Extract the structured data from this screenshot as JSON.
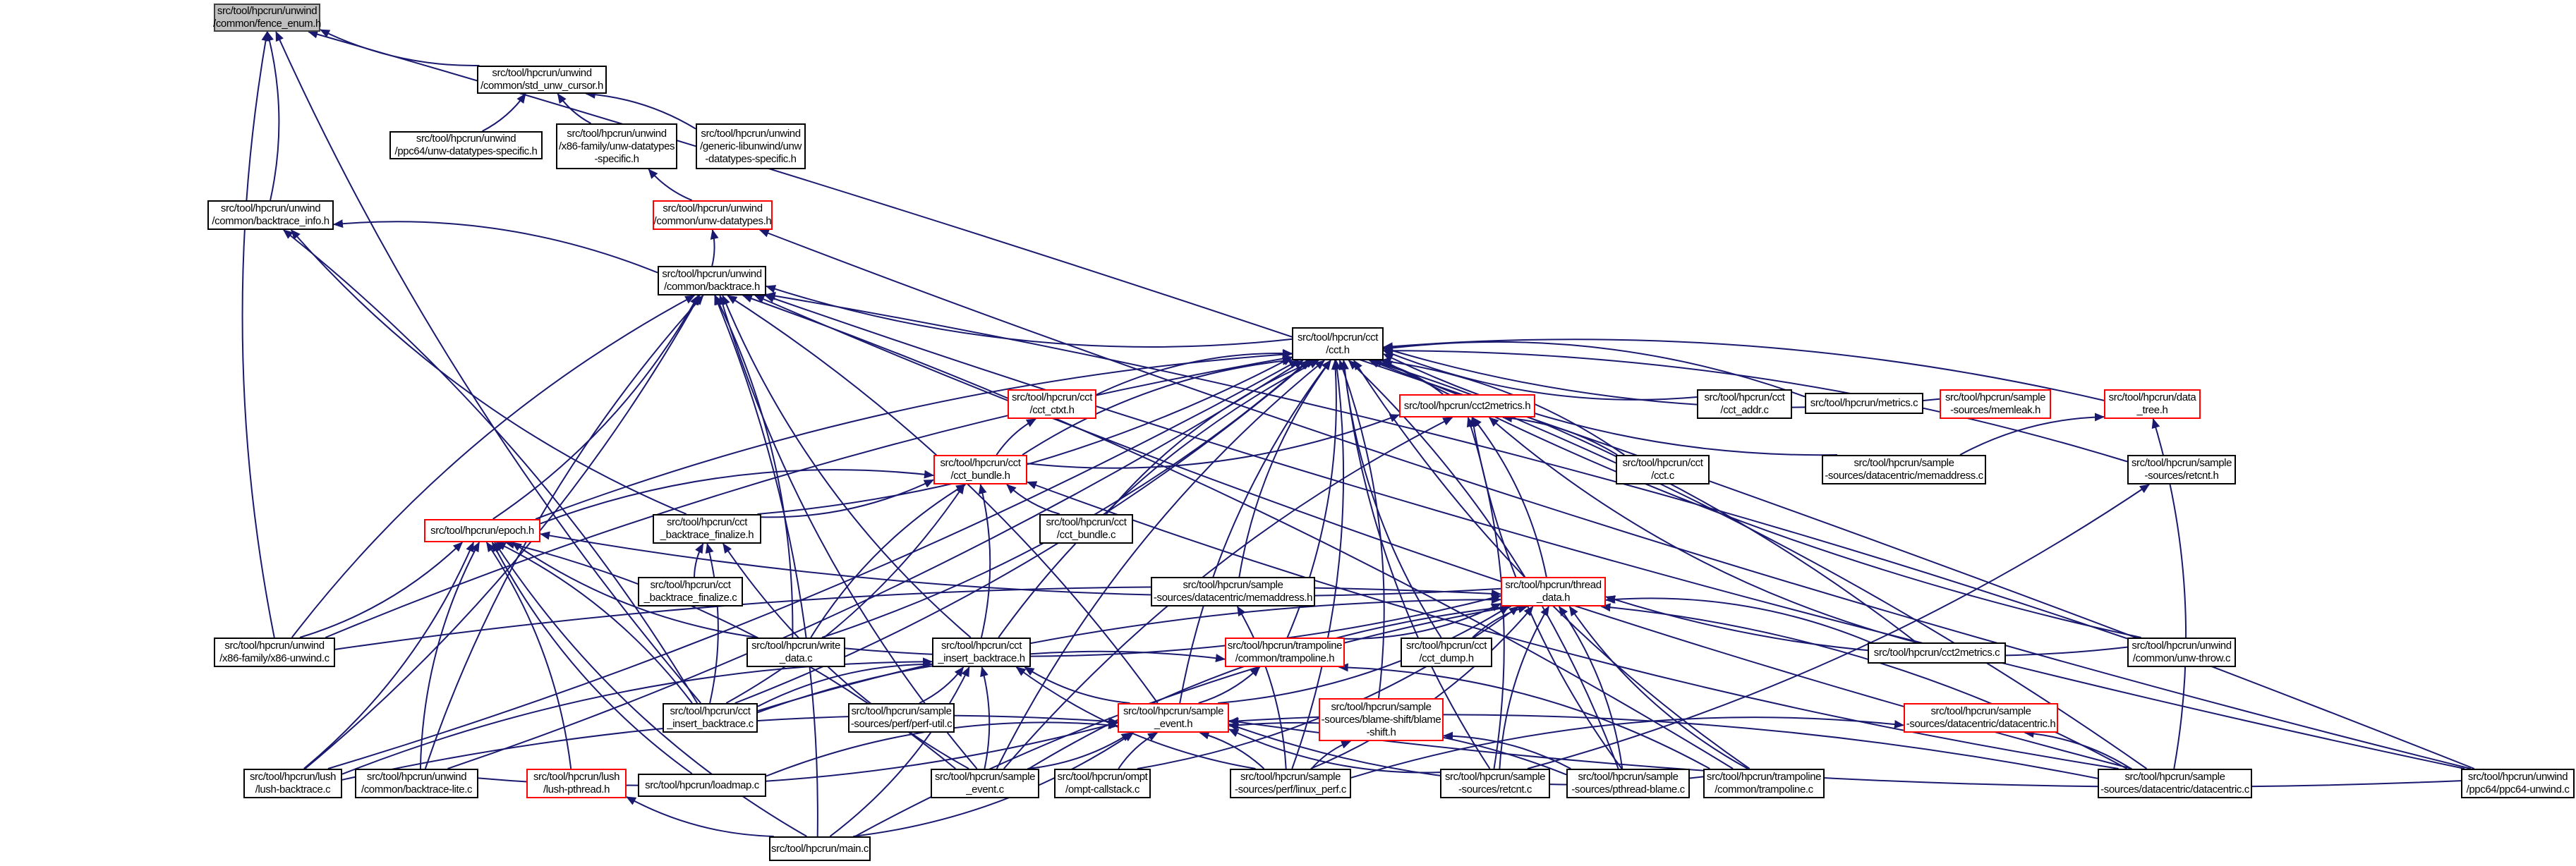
{
  "diagram": {
    "type": "include-dependency-graph",
    "root": "fence_enum_h",
    "colors": {
      "edge": "#191970",
      "root_fill": "#bfbfbf",
      "node_border": "#000000",
      "truncated_border": "#ff0000",
      "background": "#ffffff"
    },
    "nodes": [
      {
        "id": "fence_enum_h",
        "lines": [
          "src/tool/hpcrun/unwind",
          "/common/fence_enum.h"
        ],
        "root": true
      },
      {
        "id": "std_unw_cursor_h",
        "lines": [
          "src/tool/hpcrun/unwind",
          "/common/std_unw_cursor.h"
        ]
      },
      {
        "id": "ppc64_uds_h",
        "lines": [
          "src/tool/hpcrun/unwind",
          "/ppc64/unw-datatypes-specific.h"
        ]
      },
      {
        "id": "x86_uds_h",
        "lines": [
          "src/tool/hpcrun/unwind",
          "/x86-family/unw-datatypes",
          "-specific.h"
        ]
      },
      {
        "id": "generic_uds_h",
        "lines": [
          "src/tool/hpcrun/unwind",
          "/generic-libunwind/unw",
          "-datatypes-specific.h"
        ]
      },
      {
        "id": "unw_datatypes_h",
        "lines": [
          "src/tool/hpcrun/unwind",
          "/common/unw-datatypes.h"
        ],
        "truncated": true
      },
      {
        "id": "backtrace_info_h",
        "lines": [
          "src/tool/hpcrun/unwind",
          "/common/backtrace_info.h"
        ]
      },
      {
        "id": "backtrace_h",
        "lines": [
          "src/tool/hpcrun/unwind",
          "/common/backtrace.h"
        ]
      },
      {
        "id": "cct_h",
        "lines": [
          "src/tool/hpcrun/cct",
          "/cct.h"
        ]
      },
      {
        "id": "cct_ctxt_h",
        "lines": [
          "src/tool/hpcrun/cct",
          "/cct_ctxt.h"
        ],
        "truncated": true
      },
      {
        "id": "cct2metrics_h",
        "lines": [
          "src/tool/hpcrun/cct2metrics.h"
        ],
        "truncated": true
      },
      {
        "id": "cct_addr_c",
        "lines": [
          "src/tool/hpcrun/cct",
          "/cct_addr.c"
        ]
      },
      {
        "id": "metrics_c",
        "lines": [
          "src/tool/hpcrun/metrics.c"
        ]
      },
      {
        "id": "memleak_h",
        "lines": [
          "src/tool/hpcrun/sample",
          "-sources/memleak.h"
        ],
        "truncated": true
      },
      {
        "id": "data_tree_h",
        "lines": [
          "src/tool/hpcrun/data",
          "_tree.h"
        ],
        "truncated": true
      },
      {
        "id": "cct_bundle_h",
        "lines": [
          "src/tool/hpcrun/cct",
          "/cct_bundle.h"
        ],
        "truncated": true
      },
      {
        "id": "cct_c",
        "lines": [
          "src/tool/hpcrun/cct",
          "/cct.c"
        ]
      },
      {
        "id": "memaddress_c",
        "lines": [
          "src/tool/hpcrun/sample",
          "-sources/datacentric/memaddress.c"
        ]
      },
      {
        "id": "retcnt_h",
        "lines": [
          "src/tool/hpcrun/sample",
          "-sources/retcnt.h"
        ]
      },
      {
        "id": "epoch_h",
        "lines": [
          "src/tool/hpcrun/epoch.h"
        ],
        "truncated": true
      },
      {
        "id": "cct_bt_finalize_h",
        "lines": [
          "src/tool/hpcrun/cct",
          "_backtrace_finalize.h"
        ]
      },
      {
        "id": "cct_bundle_c",
        "lines": [
          "src/tool/hpcrun/cct",
          "/cct_bundle.c"
        ]
      },
      {
        "id": "cct_bt_finalize_c",
        "lines": [
          "src/tool/hpcrun/cct",
          "_backtrace_finalize.c"
        ]
      },
      {
        "id": "memaddress_h",
        "lines": [
          "src/tool/hpcrun/sample",
          "-sources/datacentric/memaddress.h"
        ]
      },
      {
        "id": "thread_data_h",
        "lines": [
          "src/tool/hpcrun/thread",
          "_data.h"
        ],
        "truncated": true
      },
      {
        "id": "x86_unwind_c",
        "lines": [
          "src/tool/hpcrun/unwind",
          "/x86-family/x86-unwind.c"
        ]
      },
      {
        "id": "write_data_c",
        "lines": [
          "src/tool/hpcrun/write",
          "_data.c"
        ]
      },
      {
        "id": "cct_insert_bt_h",
        "lines": [
          "src/tool/hpcrun/cct",
          "_insert_backtrace.h"
        ]
      },
      {
        "id": "trampoline_h",
        "lines": [
          "src/tool/hpcrun/trampoline",
          "/common/trampoline.h"
        ],
        "truncated": true
      },
      {
        "id": "cct_dump_h",
        "lines": [
          "src/tool/hpcrun/cct",
          "/cct_dump.h"
        ]
      },
      {
        "id": "cct2metrics_c",
        "lines": [
          "src/tool/hpcrun/cct2metrics.c"
        ]
      },
      {
        "id": "unw_throw_c",
        "lines": [
          "src/tool/hpcrun/unwind",
          "/common/unw-throw.c"
        ]
      },
      {
        "id": "cct_insert_bt_c",
        "lines": [
          "src/tool/hpcrun/cct",
          "_insert_backtrace.c"
        ]
      },
      {
        "id": "perf_util_c",
        "lines": [
          "src/tool/hpcrun/sample",
          "-sources/perf/perf-util.c"
        ]
      },
      {
        "id": "sample_event_h",
        "lines": [
          "src/tool/hpcrun/sample",
          "_event.h"
        ],
        "truncated": true
      },
      {
        "id": "blame_shift_h",
        "lines": [
          "src/tool/hpcrun/sample",
          "-sources/blame-shift/blame",
          "-shift.h"
        ],
        "truncated": true
      },
      {
        "id": "datacentric_h",
        "lines": [
          "src/tool/hpcrun/sample",
          "-sources/datacentric/datacentric.h"
        ],
        "truncated": true
      },
      {
        "id": "lush_backtrace_c",
        "lines": [
          "src/tool/hpcrun/lush",
          "/lush-backtrace.c"
        ]
      },
      {
        "id": "backtrace_lite_c",
        "lines": [
          "src/tool/hpcrun/unwind",
          "/common/backtrace-lite.c"
        ]
      },
      {
        "id": "lush_pthread_h",
        "lines": [
          "src/tool/hpcrun/lush",
          "/lush-pthread.h"
        ],
        "truncated": true
      },
      {
        "id": "loadmap_c",
        "lines": [
          "src/tool/hpcrun/loadmap.c"
        ]
      },
      {
        "id": "sample_event_c",
        "lines": [
          "src/tool/hpcrun/sample",
          "_event.c"
        ]
      },
      {
        "id": "ompt_callstack_c",
        "lines": [
          "src/tool/hpcrun/ompt",
          "/ompt-callstack.c"
        ]
      },
      {
        "id": "linux_perf_c",
        "lines": [
          "src/tool/hpcrun/sample",
          "-sources/perf/linux_perf.c"
        ]
      },
      {
        "id": "retcnt_c",
        "lines": [
          "src/tool/hpcrun/sample",
          "-sources/retcnt.c"
        ]
      },
      {
        "id": "pthread_blame_c",
        "lines": [
          "src/tool/hpcrun/sample",
          "-sources/pthread-blame.c"
        ]
      },
      {
        "id": "trampoline_c",
        "lines": [
          "src/tool/hpcrun/trampoline",
          "/common/trampoline.c"
        ]
      },
      {
        "id": "datacentric_c",
        "lines": [
          "src/tool/hpcrun/sample",
          "-sources/datacentric/datacentric.c"
        ]
      },
      {
        "id": "ppc64_unwind_c",
        "lines": [
          "src/tool/hpcrun/unwind",
          "/ppc64/ppc64-unwind.c"
        ]
      },
      {
        "id": "main_c",
        "lines": [
          "src/tool/hpcrun/main.c"
        ]
      }
    ],
    "edges": [
      [
        "std_unw_cursor_h",
        "fence_enum_h"
      ],
      [
        "backtrace_info_h",
        "fence_enum_h"
      ],
      [
        "x86_unwind_c",
        "fence_enum_h"
      ],
      [
        "ppc64_unwind_c",
        "fence_enum_h"
      ],
      [
        "cct_insert_bt_c",
        "fence_enum_h"
      ],
      [
        "ppc64_uds_h",
        "std_unw_cursor_h"
      ],
      [
        "x86_uds_h",
        "std_unw_cursor_h"
      ],
      [
        "generic_uds_h",
        "std_unw_cursor_h"
      ],
      [
        "unw_datatypes_h",
        "x86_uds_h"
      ],
      [
        "backtrace_h",
        "unw_datatypes_h"
      ],
      [
        "ppc64_unwind_c",
        "unw_datatypes_h"
      ],
      [
        "backtrace_h",
        "backtrace_info_h"
      ],
      [
        "cct_bt_finalize_h",
        "backtrace_info_h"
      ],
      [
        "cct_insert_bt_c",
        "backtrace_info_h"
      ],
      [
        "cct_h",
        "backtrace_h"
      ],
      [
        "epoch_h",
        "backtrace_h"
      ],
      [
        "x86_unwind_c",
        "backtrace_h"
      ],
      [
        "lush_backtrace_c",
        "backtrace_h"
      ],
      [
        "backtrace_lite_c",
        "backtrace_h"
      ],
      [
        "write_data_c",
        "backtrace_h"
      ],
      [
        "cct_insert_bt_h",
        "backtrace_h"
      ],
      [
        "sample_event_h",
        "backtrace_h"
      ],
      [
        "sample_event_c",
        "backtrace_h"
      ],
      [
        "main_c",
        "backtrace_h"
      ],
      [
        "ppc64_unwind_c",
        "backtrace_h"
      ],
      [
        "unw_throw_c",
        "backtrace_h"
      ],
      [
        "datacentric_c",
        "backtrace_h"
      ],
      [
        "trampoline_c",
        "backtrace_h"
      ],
      [
        "cct_ctxt_h",
        "cct_h"
      ],
      [
        "cct2metrics_h",
        "cct_h"
      ],
      [
        "cct_addr_c",
        "cct_h"
      ],
      [
        "metrics_c",
        "cct_h"
      ],
      [
        "memleak_h",
        "cct_h"
      ],
      [
        "data_tree_h",
        "cct_h"
      ],
      [
        "cct_bundle_h",
        "cct_h"
      ],
      [
        "cct_c",
        "cct_h"
      ],
      [
        "memaddress_c",
        "cct_h"
      ],
      [
        "retcnt_h",
        "cct_h"
      ],
      [
        "epoch_h",
        "cct_h"
      ],
      [
        "cct_bt_finalize_h",
        "cct_h"
      ],
      [
        "cct_bundle_c",
        "cct_h"
      ],
      [
        "write_data_c",
        "cct_h"
      ],
      [
        "cct_insert_bt_h",
        "cct_h"
      ],
      [
        "trampoline_h",
        "cct_h"
      ],
      [
        "cct_dump_h",
        "cct_h"
      ],
      [
        "cct2metrics_c",
        "cct_h"
      ],
      [
        "unw_throw_c",
        "cct_h"
      ],
      [
        "cct_insert_bt_c",
        "cct_h"
      ],
      [
        "sample_event_h",
        "cct_h"
      ],
      [
        "blame_shift_h",
        "cct_h"
      ],
      [
        "memaddress_h",
        "cct_h"
      ],
      [
        "lush_backtrace_c",
        "cct_h"
      ],
      [
        "sample_event_c",
        "cct_h"
      ],
      [
        "linux_perf_c",
        "cct_h"
      ],
      [
        "retcnt_c",
        "cct_h"
      ],
      [
        "pthread_blame_c",
        "cct_h"
      ],
      [
        "trampoline_c",
        "cct_h"
      ],
      [
        "datacentric_c",
        "cct_h"
      ],
      [
        "x86_unwind_c",
        "cct_h"
      ],
      [
        "backtrace_lite_c",
        "cct_h"
      ],
      [
        "cct_bundle_h",
        "cct_ctxt_h"
      ],
      [
        "cct_bundle_h",
        "cct2metrics_h"
      ],
      [
        "memaddress_c",
        "data_tree_h"
      ],
      [
        "datacentric_c",
        "data_tree_h"
      ],
      [
        "epoch_h",
        "cct_bundle_h"
      ],
      [
        "cct_bt_finalize_h",
        "cct_bundle_h"
      ],
      [
        "cct_bundle_c",
        "cct_bundle_h"
      ],
      [
        "cct_insert_bt_h",
        "cct_bundle_h"
      ],
      [
        "write_data_c",
        "cct_bundle_h"
      ],
      [
        "cct_insert_bt_c",
        "cct_bundle_h"
      ],
      [
        "datacentric_c",
        "cct_bundle_h"
      ],
      [
        "cct_c",
        "cct2metrics_h"
      ],
      [
        "cct2metrics_c",
        "cct2metrics_h"
      ],
      [
        "thread_data_h",
        "cct2metrics_h"
      ],
      [
        "sample_event_c",
        "cct2metrics_h"
      ],
      [
        "retcnt_c",
        "cct2metrics_h"
      ],
      [
        "pthread_blame_c",
        "cct2metrics_h"
      ],
      [
        "retcnt_c",
        "retcnt_h"
      ],
      [
        "thread_data_h",
        "epoch_h"
      ],
      [
        "x86_unwind_c",
        "epoch_h"
      ],
      [
        "write_data_c",
        "epoch_h"
      ],
      [
        "lush_backtrace_c",
        "epoch_h"
      ],
      [
        "backtrace_lite_c",
        "epoch_h"
      ],
      [
        "lush_pthread_h",
        "epoch_h"
      ],
      [
        "loadmap_c",
        "epoch_h"
      ],
      [
        "sample_event_c",
        "epoch_h"
      ],
      [
        "main_c",
        "epoch_h"
      ],
      [
        "cct_insert_bt_c",
        "epoch_h"
      ],
      [
        "cct_bt_finalize_c",
        "cct_bt_finalize_h"
      ],
      [
        "cct_insert_bt_c",
        "cct_bt_finalize_h"
      ],
      [
        "sample_event_c",
        "cct_bt_finalize_h"
      ],
      [
        "linux_perf_c",
        "memaddress_h"
      ],
      [
        "x86_unwind_c",
        "thread_data_h"
      ],
      [
        "write_data_c",
        "thread_data_h"
      ],
      [
        "cct_insert_bt_c",
        "thread_data_h"
      ],
      [
        "trampoline_h",
        "thread_data_h"
      ],
      [
        "cct_dump_h",
        "thread_data_h"
      ],
      [
        "cct2metrics_c",
        "thread_data_h"
      ],
      [
        "unw_throw_c",
        "thread_data_h"
      ],
      [
        "sample_event_h",
        "thread_data_h"
      ],
      [
        "sample_event_c",
        "thread_data_h"
      ],
      [
        "linux_perf_c",
        "thread_data_h"
      ],
      [
        "retcnt_c",
        "thread_data_h"
      ],
      [
        "pthread_blame_c",
        "thread_data_h"
      ],
      [
        "trampoline_c",
        "thread_data_h"
      ],
      [
        "datacentric_c",
        "thread_data_h"
      ],
      [
        "main_c",
        "thread_data_h"
      ],
      [
        "ompt_callstack_c",
        "thread_data_h"
      ],
      [
        "cct_insert_bt_c",
        "cct_insert_bt_h"
      ],
      [
        "perf_util_c",
        "cct_insert_bt_h"
      ],
      [
        "sample_event_h",
        "cct_insert_bt_h"
      ],
      [
        "sample_event_c",
        "cct_insert_bt_h"
      ],
      [
        "linux_perf_c",
        "cct_insert_bt_h"
      ],
      [
        "main_c",
        "cct_insert_bt_h"
      ],
      [
        "lush_backtrace_c",
        "cct_insert_bt_h"
      ],
      [
        "sample_event_h",
        "trampoline_h"
      ],
      [
        "cct_insert_bt_c",
        "trampoline_h"
      ],
      [
        "trampoline_c",
        "trampoline_h"
      ],
      [
        "lush_backtrace_c",
        "sample_event_h"
      ],
      [
        "backtrace_lite_c",
        "sample_event_h"
      ],
      [
        "loadmap_c",
        "sample_event_h"
      ],
      [
        "sample_event_c",
        "sample_event_h"
      ],
      [
        "ompt_callstack_c",
        "sample_event_h"
      ],
      [
        "linux_perf_c",
        "sample_event_h"
      ],
      [
        "retcnt_c",
        "sample_event_h"
      ],
      [
        "pthread_blame_c",
        "sample_event_h"
      ],
      [
        "trampoline_c",
        "sample_event_h"
      ],
      [
        "datacentric_c",
        "sample_event_h"
      ],
      [
        "ppc64_unwind_c",
        "sample_event_h"
      ],
      [
        "main_c",
        "sample_event_h"
      ],
      [
        "linux_perf_c",
        "blame_shift_h"
      ],
      [
        "pthread_blame_c",
        "blame_shift_h"
      ],
      [
        "linux_perf_c",
        "datacentric_h"
      ],
      [
        "datacentric_c",
        "datacentric_h"
      ],
      [
        "main_c",
        "lush_pthread_h"
      ]
    ]
  }
}
